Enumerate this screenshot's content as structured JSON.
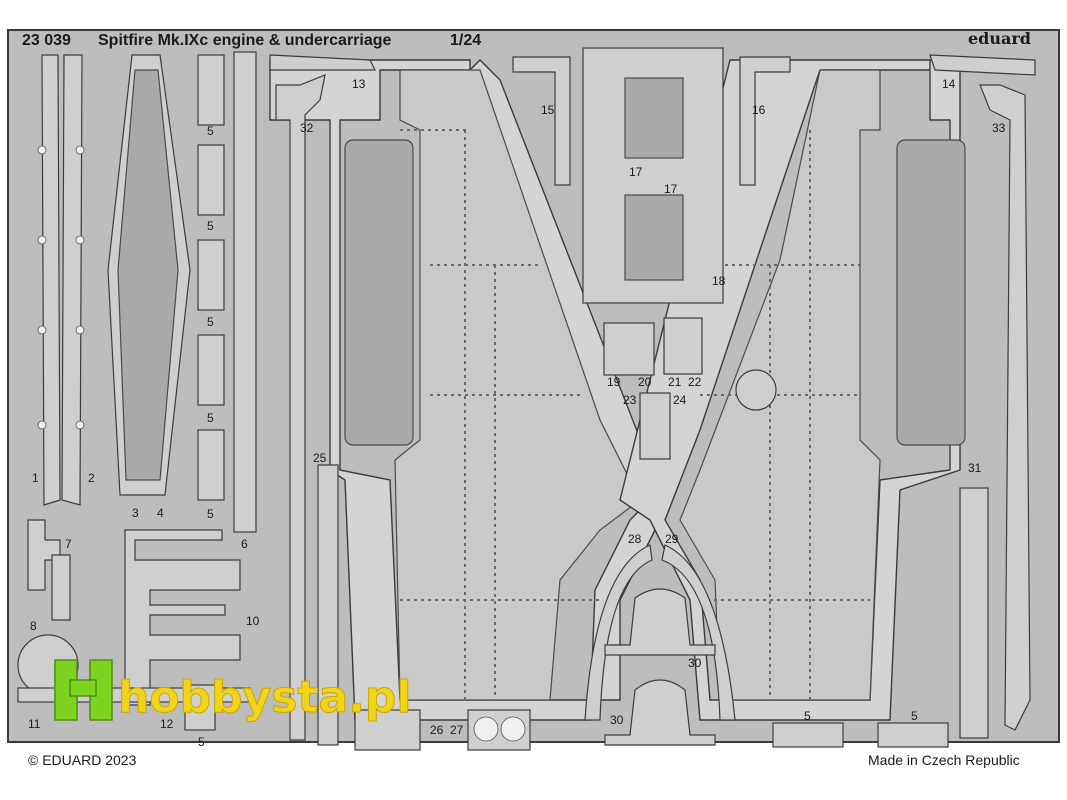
{
  "header": {
    "code": "23 039",
    "title": "Spitfire Mk.IXc engine & undercarriage",
    "scale": "1/24",
    "brand": "eduard"
  },
  "footer": {
    "copyright": "© EDUARD 2023",
    "origin": "Made in Czech Republic"
  },
  "watermark": {
    "text": "hobbysta.pl",
    "icon": "hobbysta-logo-icon",
    "color": "#f2d41c",
    "icon_color": "#7ed321"
  },
  "part_numbers": {
    "p1": "1",
    "p2": "2",
    "p3": "3",
    "p4": "4",
    "p5a": "5",
    "p5b": "5",
    "p5c": "5",
    "p5d": "5",
    "p5e": "5",
    "p5f": "5",
    "p5g": "5",
    "p5h": "5",
    "p6": "6",
    "p7": "7",
    "p8": "8",
    "p10": "10",
    "p11": "11",
    "p12": "12",
    "p13": "13",
    "p14": "14",
    "p15": "15",
    "p16": "16",
    "p17a": "17",
    "p17b": "17",
    "p18": "18",
    "p19": "19",
    "p20": "20",
    "p21": "21",
    "p22": "22",
    "p23": "23",
    "p24": "24",
    "p25": "25",
    "p26": "26",
    "p27": "27",
    "p28": "28",
    "p29": "29",
    "p30a": "30",
    "p30b": "30",
    "p31": "31",
    "p32": "32",
    "p33": "33"
  },
  "colors": {
    "fret_metal": "#bdbdbd",
    "part_fill": "#c9c9c9",
    "outline": "#3a3a3a"
  }
}
